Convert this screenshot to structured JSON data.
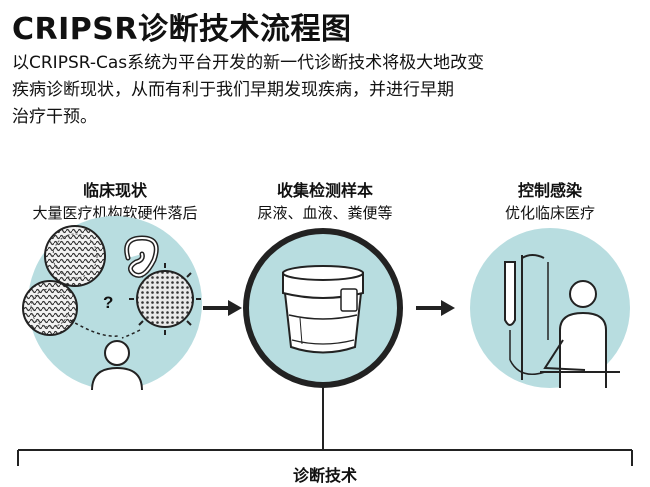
{
  "title": "CRIPSR诊断技术流程图",
  "intro_lines": [
    "以CRIPSR-Cas系统为平台开发的新一代诊断技术将极大地改变",
    "疾病诊断现状，从而有利于我们早期发现疾病，并进行早期",
    "治疗干预。"
  ],
  "stages": [
    {
      "title": "临床现状",
      "desc": "大量医疗机构软硬件落后"
    },
    {
      "title": "收集检测样本",
      "desc": "尿液、血液、粪便等"
    },
    {
      "title": "控制感染",
      "desc": "优化临床医疗"
    }
  ],
  "question_mark": "?",
  "bottom_label": "诊断技术",
  "colors": {
    "circle_fill": "#b8dde0",
    "line": "#222222",
    "background": "#ffffff"
  },
  "icons": [
    "virus-icon",
    "bacteria-icon",
    "person-icon",
    "sample-container-icon",
    "iv-drip-icon",
    "patient-icon",
    "arrow-right-icon"
  ]
}
